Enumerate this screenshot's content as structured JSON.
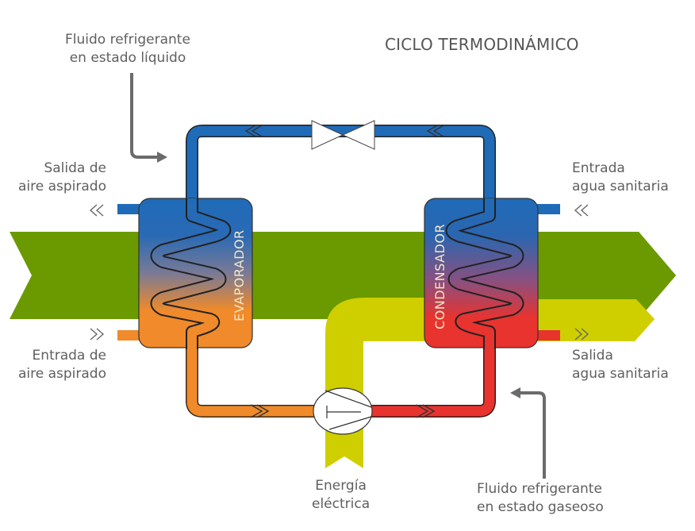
{
  "title": "CICLO TERMODINÁMICO",
  "labels": {
    "liquid_refrigerant": "Fluido refrigerante\nen estado líquido",
    "gas_refrigerant": "Fluido refrigerante\nen estado gaseoso",
    "air_out": "Salida de\naire aspirado",
    "air_in": "Entrada de\naire aspirado",
    "water_in": "Entrada\nagua sanitaria",
    "water_out": "Salida\nagua sanitaria",
    "electric_energy": "Energía\neléctrica"
  },
  "components": {
    "evaporator": "EVAPORADOR",
    "condenser": "CONDENSADOR",
    "compressor": "compressor",
    "expansion_valve": "expansion-valve"
  },
  "colors": {
    "cold_pipe": "#1f6bb8",
    "warm_pipe": "#f08a2a",
    "hot_pipe": "#e8332f",
    "energy_green": "#6a9a00",
    "energy_yellow": "#cfcf00",
    "annotation_arrow": "#6b6b6b",
    "text": "#5f5f5f"
  }
}
